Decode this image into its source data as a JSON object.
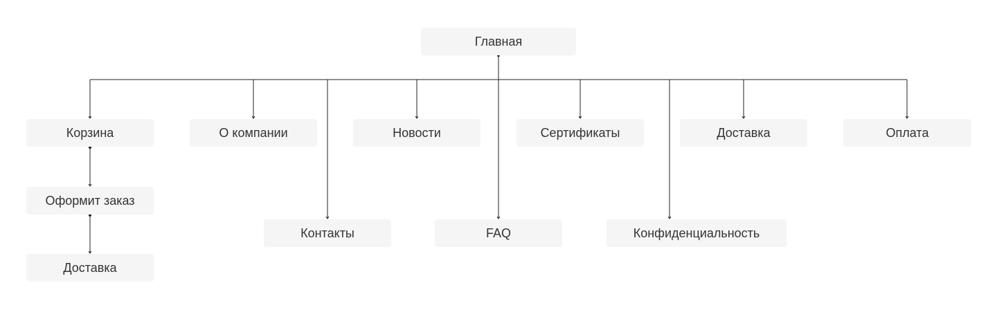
{
  "sitemap": {
    "root": {
      "label": "Главная"
    },
    "level1": [
      {
        "label": "Корзина"
      },
      {
        "label": "О компании"
      },
      {
        "label": "Новости"
      },
      {
        "label": "Сертификаты"
      },
      {
        "label": "Доставка"
      },
      {
        "label": "Оплата"
      }
    ],
    "level2": [
      {
        "label": "Контакты"
      },
      {
        "label": "FAQ"
      },
      {
        "label": "Конфиденциальность"
      }
    ],
    "cart_flow": [
      {
        "label": "Оформит заказ"
      },
      {
        "label": "Доставка"
      }
    ]
  },
  "colors": {
    "node_background": "#f5f5f5",
    "node_text": "#333333",
    "connector": "#222222",
    "page_background": "#ffffff"
  }
}
